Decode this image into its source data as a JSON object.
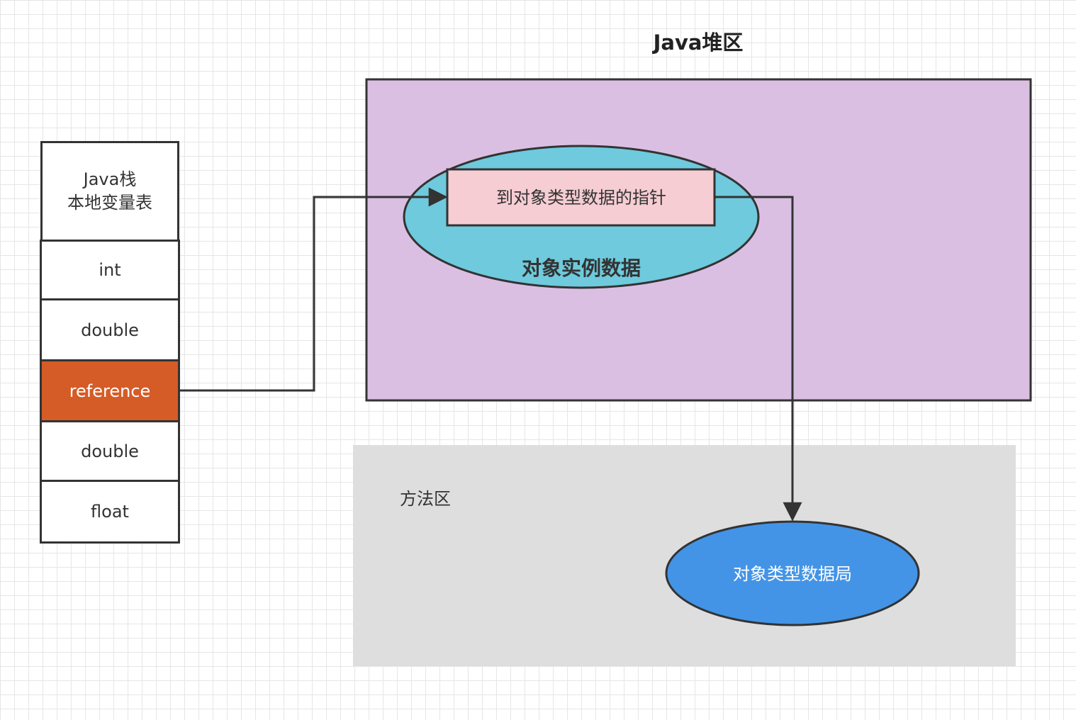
{
  "heap": {
    "title": "Java堆区"
  },
  "method_area": {
    "label": "方法区"
  },
  "stack": {
    "header_line1": "Java栈",
    "header_line2": "本地变量表",
    "cells": [
      "int",
      "double",
      "reference",
      "double",
      "float"
    ]
  },
  "object_instance": {
    "label": "对象实例数据",
    "pointer_label": "到对象类型数据的指针"
  },
  "type_data": {
    "label": "对象类型数据局"
  },
  "colors": {
    "heap_fill": "#dbbfe3",
    "instance_ellipse": "#6ecadc",
    "pointer_box": "#f5cdd3",
    "reference_cell": "#d55b27",
    "type_ellipse": "#4394e6",
    "method_area": "#dedede"
  }
}
